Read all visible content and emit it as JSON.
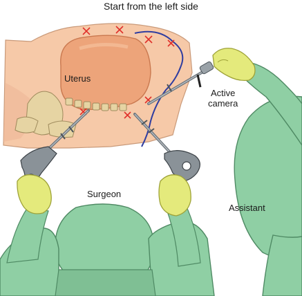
{
  "title": "Start from the left side",
  "labels": {
    "uterus": "Uterus",
    "camera_line1": "Active",
    "camera_line2": "camera",
    "surgeon": "Surgeon",
    "assistant": "Assistant"
  },
  "colors": {
    "skin": "#f6c9a8",
    "uterus": "#eda47a",
    "bone": "#e6d4a3",
    "gown": "#8fcfa4",
    "gown_dark": "#63a87e",
    "glove": "#e4ea7c",
    "instrument": "#7d858c",
    "marker_cross": "#e0302a",
    "vessel_line": "#2f3da0"
  },
  "icons": [
    "scissors-instrument-icon",
    "laparoscope-camera-icon",
    "red-cross-marker-icon"
  ]
}
